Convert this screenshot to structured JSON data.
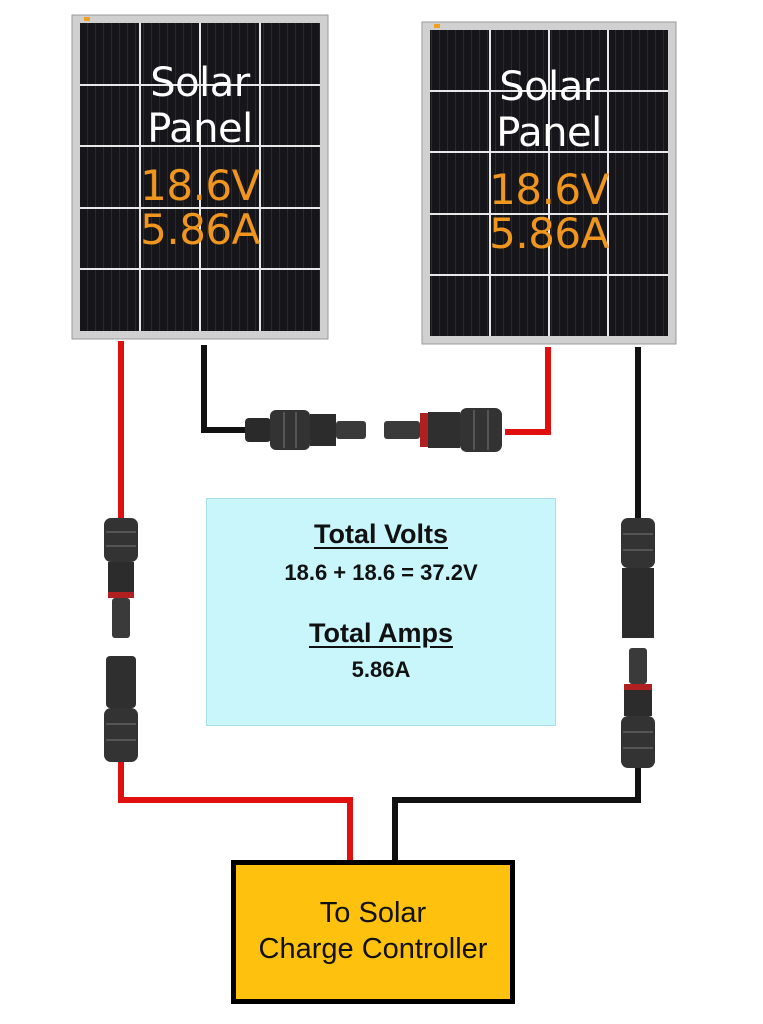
{
  "panels": [
    {
      "title_line1": "Solar",
      "title_line2": "Panel",
      "voltage": "18.6V",
      "current": "5.86A"
    },
    {
      "title_line1": "Solar",
      "title_line2": "Panel",
      "voltage": "18.6V",
      "current": "5.86A"
    }
  ],
  "summary": {
    "volts_heading": "Total Volts",
    "volts_value": "18.6 + 18.6 = 37.2V",
    "amps_heading": "Total Amps",
    "amps_value": "5.86A"
  },
  "controller": {
    "line1": "To Solar",
    "line2": "Charge Controller"
  },
  "colors": {
    "positive_wire": "#e01010",
    "negative_wire": "#111111",
    "panel_cell": "#16161a",
    "panel_frame": "#c8c8c8",
    "spec_text": "#f0961e",
    "info_background": "#c9f6fb",
    "controller_background": "#fdc10e"
  }
}
